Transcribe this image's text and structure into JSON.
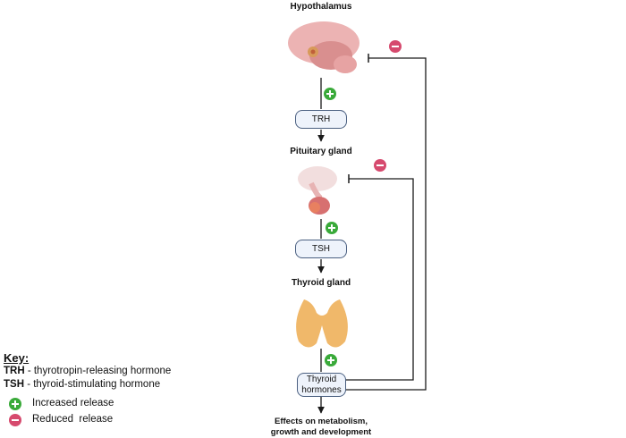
{
  "diagram": {
    "hypothalamus_label": "Hypothalamus",
    "trh_label": "TRH",
    "pituitary_label": "Pituitary gland",
    "tsh_label": "TSH",
    "thyroid_label": "Thyroid gland",
    "hormones_label_line1": "Thyroid",
    "hormones_label_line2": "hormones",
    "effects_line1": "Effects on metabolism,",
    "effects_line2": "growth and development"
  },
  "key": {
    "title": "Key:",
    "trh_abbr": "TRH",
    "trh_desc": " - thyrotropin-releasing hormone",
    "tsh_abbr": "TSH",
    "tsh_desc": " - thyroid-stimulating hormone",
    "increased": "Increased release",
    "reduced": "Reduced  release"
  },
  "colors": {
    "plus": "#3aaa3a",
    "minus": "#d64a6e",
    "line": "#1a1a1a",
    "pill_fill": "#eef3fb",
    "pill_border": "#4a5f80",
    "brain": "#e8a6a6",
    "thyroid": "#f0b86a"
  }
}
